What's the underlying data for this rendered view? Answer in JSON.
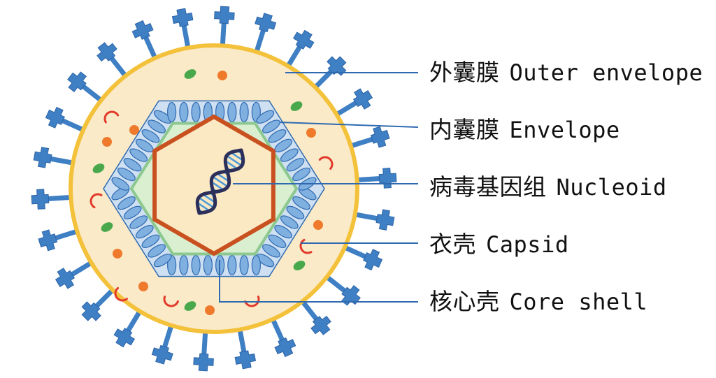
{
  "colors": {
    "envelope_fill": "#faeac8",
    "envelope_ring": "#f3c13a",
    "spike": "#3f7fc4",
    "capsid_fill": "#cfe0f2",
    "capsomer": "#7fb0e0",
    "capsomer_stroke": "#2f6ab0",
    "core_shell": "#8cc88f",
    "core_fill": "#d9efd0",
    "nucleoid_fill": "#fbe9c4",
    "nucleoid_stroke": "#c8511f",
    "dna_dark": "#2b2f5a",
    "dna_light": "#4d9ad8",
    "leader": "#2f6ab0",
    "dot_orange": "#ef7a2c",
    "dot_green": "#4aa84c",
    "arc_red": "#e23a2a"
  },
  "labels": [
    {
      "cn": "外囊膜",
      "en": "Outer envelope"
    },
    {
      "cn": "内囊膜",
      "en": "Envelope"
    },
    {
      "cn": "病毒基因组",
      "en": "Nucleoid"
    },
    {
      "cn": "衣壳",
      "en": "Capsid"
    },
    {
      "cn": "核心壳",
      "en": "Core shell"
    }
  ]
}
